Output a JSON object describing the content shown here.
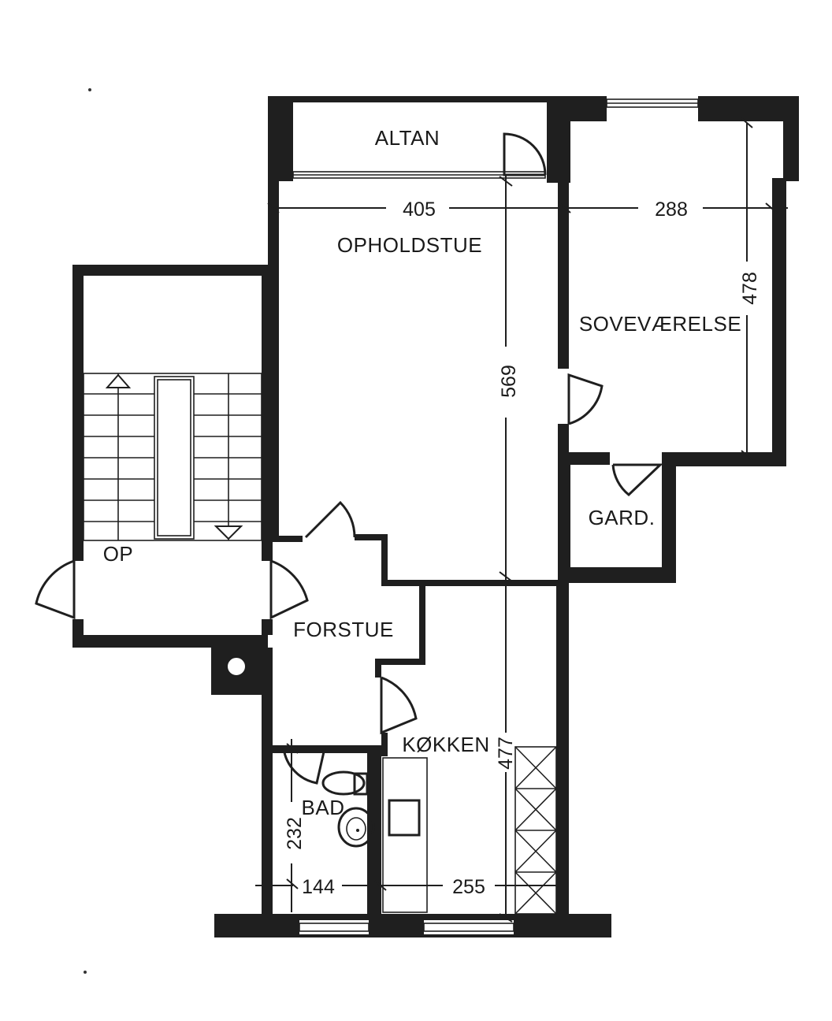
{
  "rooms": {
    "altan": "ALTAN",
    "opholdstue": "OPHOLDSTUE",
    "sovevaerelse": "SOVEVÆRELSE",
    "gard": "GARD.",
    "op": "OP",
    "forstue": "FORSTUE",
    "kokken": "KØKKEN",
    "bad": "BAD"
  },
  "dimensions": {
    "opholdstue_width": "405",
    "sovevaerelse_width": "288",
    "sovevaerelse_depth": "478",
    "opholdstue_depth": "569",
    "kokken_depth": "477",
    "bad_depth": "232",
    "bad_width": "144",
    "kokken_width": "255"
  }
}
